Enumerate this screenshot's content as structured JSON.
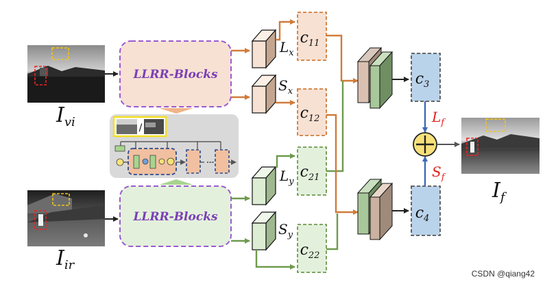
{
  "inputs": {
    "visible": {
      "symbol": "I",
      "sub": "vi"
    },
    "infrared": {
      "symbol": "I",
      "sub": "ir"
    }
  },
  "output": {
    "symbol": "I",
    "sub": "f"
  },
  "blocks": {
    "top": {
      "label": "LLRR-Blocks"
    },
    "bottom": {
      "label": "LLRR-Blocks"
    }
  },
  "inset": {
    "slash": "/",
    "dots": "···"
  },
  "feature_labels": {
    "lx": {
      "main": "L",
      "sub": "x"
    },
    "sx": {
      "main": "S",
      "sub": "x"
    },
    "ly": {
      "main": "L",
      "sub": "y"
    },
    "sy": {
      "main": "S",
      "sub": "y"
    }
  },
  "conv_blocks": {
    "c11": {
      "main": "c",
      "sub": "11"
    },
    "c12": {
      "main": "c",
      "sub": "12"
    },
    "c21": {
      "main": "c",
      "sub": "21"
    },
    "c22": {
      "main": "c",
      "sub": "22"
    },
    "c3": {
      "main": "c",
      "sub": "3"
    },
    "c4": {
      "main": "c",
      "sub": "4"
    }
  },
  "fusion_labels": {
    "lf": {
      "main": "L",
      "sub": "f"
    },
    "sf": {
      "main": "S",
      "sub": "f"
    }
  },
  "colors": {
    "orange_arrow": "#d07b3a",
    "green_arrow": "#6e9a4d",
    "purple_dash": "#9b59d0",
    "blue_block": "#b9d3ea",
    "peach_block": "#f7e1d3",
    "green_block": "#e3f1dc",
    "sum_node": "#f7e17a",
    "red_label": "#e0211b"
  },
  "watermark": "CSDN @qiang42"
}
